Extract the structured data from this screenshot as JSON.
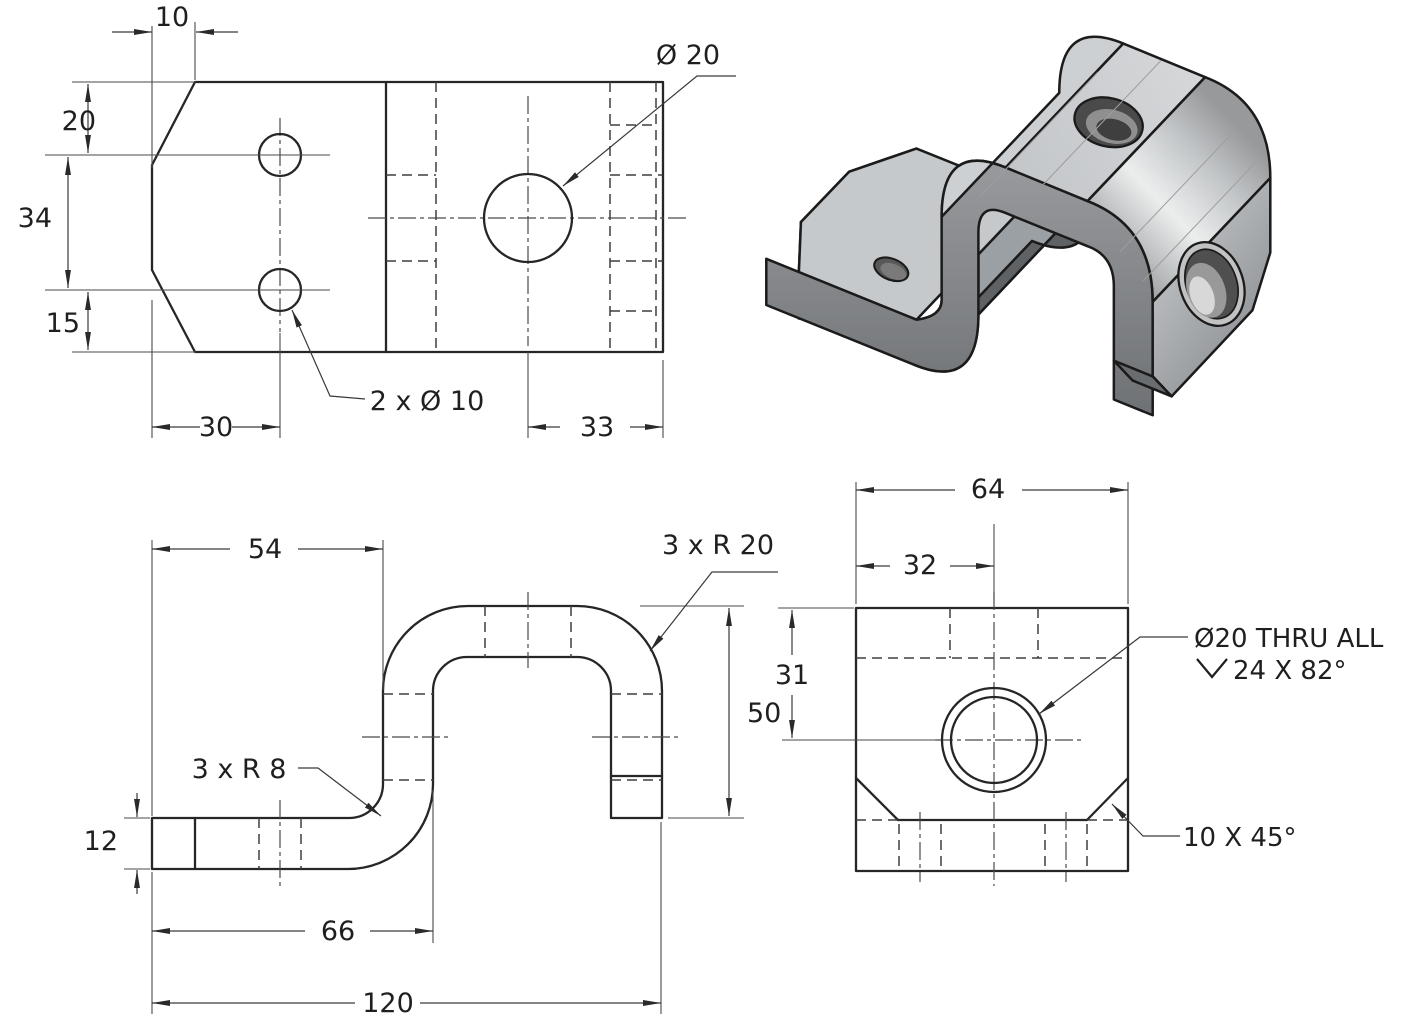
{
  "drawing": {
    "kind": "engineering-orthographic-drawing",
    "views": {
      "top": {
        "d10": "10",
        "d20": "20",
        "d34": "34",
        "d15": "15",
        "d30": "30",
        "d33": "33",
        "hole_note": "2 x Ø 10",
        "dia_note": "Ø 20"
      },
      "front": {
        "d54": "54",
        "d50": "50",
        "d12": "12",
        "d66": "66",
        "d120": "120",
        "fillet_note": "3 x R 8",
        "radius_note": "3 x R 20"
      },
      "side": {
        "d64": "64",
        "d32": "32",
        "d31": "31",
        "thru_note": "Ø20 THRU ALL",
        "csk_note": "24 X 82°",
        "chamfer_note": "10 X 45°"
      }
    },
    "colors": {
      "outline": "#262626",
      "hidden_line": "#3f3f3f",
      "centerline": "#4a4a4a",
      "dimension": "#3a3a3a",
      "text": "#1f1f1f",
      "metal_light": "#c9cccf",
      "metal_mid": "#a6a9ac",
      "metal_dark": "#6f7377",
      "background": "#ffffff"
    }
  }
}
